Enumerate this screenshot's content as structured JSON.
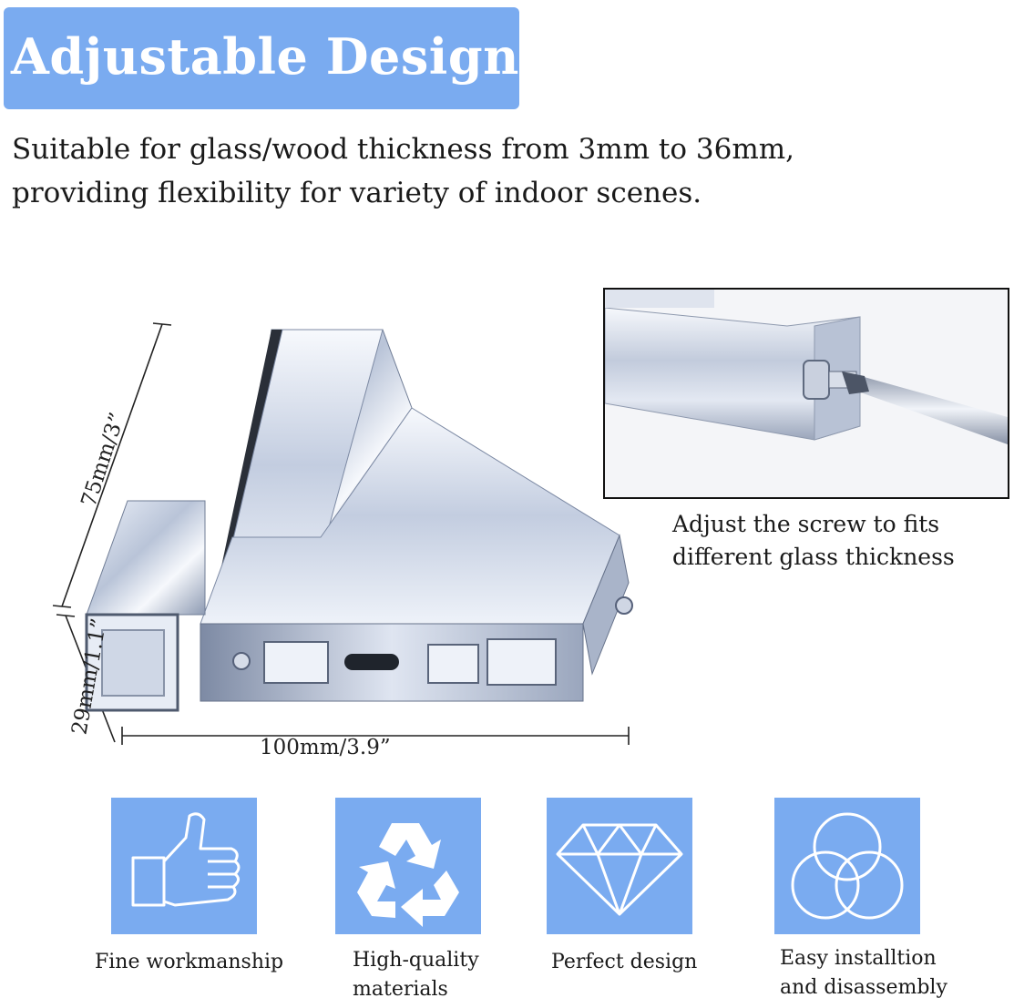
{
  "title": "Adjustable Design",
  "subtitle": {
    "line1": "Suitable for glass/wood thickness from 3mm to 36mm,",
    "line2": "providing flexibility for variety of indoor scenes."
  },
  "dimensions": {
    "height": "75mm/3”",
    "depth": "29mm/1.1”",
    "width": "100mm/3.9”"
  },
  "inset": {
    "caption_line1": "Adjust the screw to fits",
    "caption_line2": "different glass thickness"
  },
  "features": [
    {
      "icon": "thumbs-up-icon",
      "line1": "Fine workmanship",
      "line2": ""
    },
    {
      "icon": "recycle-icon",
      "line1": "High-quality",
      "line2": "materials"
    },
    {
      "icon": "diamond-icon",
      "line1": "Perfect design",
      "line2": ""
    },
    {
      "icon": "overlapping-circles-icon",
      "line1": "Easy installtion",
      "line2": "and disassembly"
    }
  ],
  "colors": {
    "accent": "#7aabf0",
    "text": "#1a1a1a",
    "chrome": "#c9d2e3"
  }
}
